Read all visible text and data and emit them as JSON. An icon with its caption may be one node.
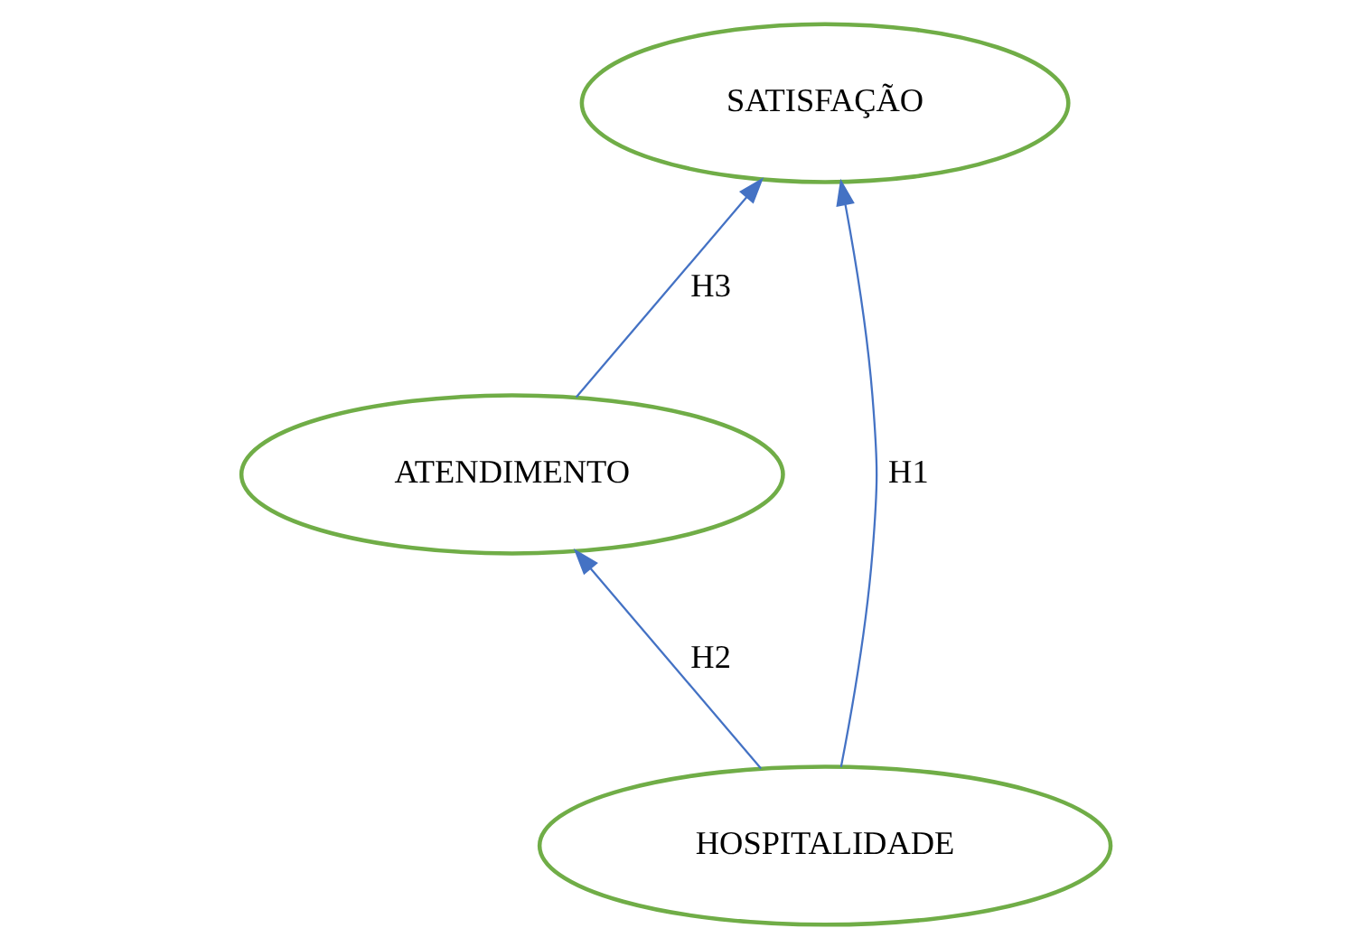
{
  "diagram": {
    "nodes": [
      {
        "text": [
          "ATENDIMENTO"
        ]
      },
      {
        "text": [
          "SATISFAÇÃO"
        ]
      },
      {
        "text": [
          "HOSPITALIDADE"
        ]
      }
    ],
    "edges": [
      {
        "from": 0,
        "to": 1,
        "arrow": "to",
        "label": "H3"
      },
      {
        "from": 2,
        "to": 0,
        "arrow": "to",
        "label": "H2"
      },
      {
        "from": 2,
        "to": 1,
        "arrow": "to",
        "label": "H1"
      }
    ]
  }
}
